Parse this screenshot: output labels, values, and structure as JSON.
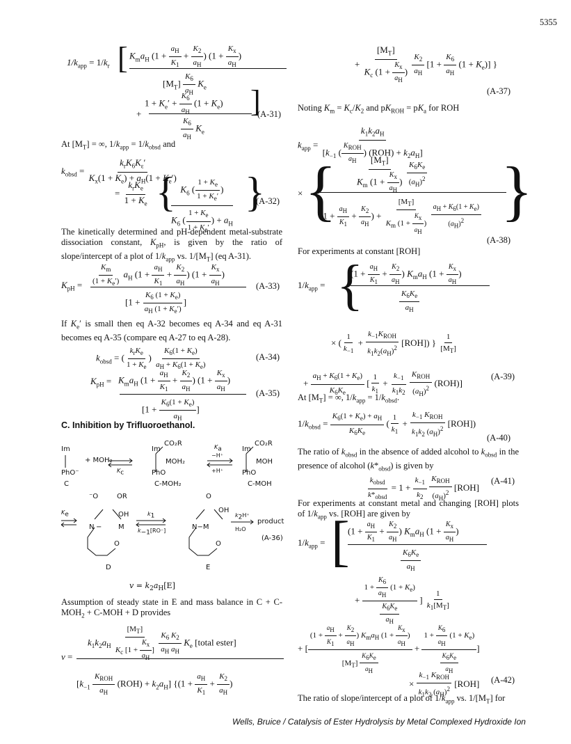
{
  "page_number": "5355",
  "left": {
    "a31_lhs": "1/k",
    "a31_lhs_sub": "app",
    "a31_eq": " = 1/k",
    "a31_eq_sub": "r",
    "a31_num1": "K",
    "a31_term_frac": "a",
    "a31_num": "A-31",
    "a31_plus_term": "1 + Kₑ′ + ",
    "a31_k6_over_aH": "K₆",
    "a31_aH": "a",
    "a31_tail": "(1 + Kₑ)",
    "at_MT_line": "At [M",
    "at_MT_tail": "] = ∞, 1/k",
    "at_MT_tail2": " = 1/k",
    "at_MT_and": " and",
    "a32_num": "A-32",
    "kph_text": "The kinetically determined and pH-dependent metal-substrate dissociation constant, K",
    "kph_text2": ", is given by the ratio of slope/intercept of a plot of 1/k",
    "kph_text3": " vs. 1/[M",
    "kph_text4": "] (eq A-31).",
    "a33_num": "A-33",
    "small_text": "If Kₑ′ is small then eq A-32 becomes eq A-34 and eq A-31 becomes eq A-35 (compare eq A-27 to eq A-28).",
    "a34_num": "A-34",
    "a35_num": "A-35",
    "heading": "C. Inhibition by Trifluoroethanol.",
    "scheme_labels": {
      "C": "C",
      "CMOH2": "C-MOH₂",
      "CMOH": "C-MOH",
      "D": "D",
      "E": "E",
      "product": "product",
      "v_eq": "v = k₂aₕ[E]",
      "a36_num": "(A-36)"
    },
    "steady_text": "Assumption of steady state in E and mass balance in C + C-MOH₂ + C-MOH + D provides",
    "total_ester": "[total ester]"
  },
  "right": {
    "a37_num": "(A-37)",
    "noting_text": "Noting K",
    "noting_text2": " = K",
    "noting_text3": "/K",
    "noting_text4": " and pK",
    "noting_text5": " = pK",
    "noting_text6": " for ROH",
    "a38_num": "(A-38)",
    "const_roh": "For experiments at constant [ROH]",
    "a39_num": "(A-39)",
    "at_MT2": "At [M",
    "at_MT2b": "] = ∞, 1/k",
    "at_MT2c": " = 1/k",
    "a40_num": "(A-40)",
    "ratio_text": "The ratio of k",
    "ratio_text2": " in the absence of added alcohol to k",
    "ratio_text3": " in the presence of alcohol (k*",
    "ratio_text4": ") is given by",
    "a41_num": "(A-41)",
    "const_metal": "For experiments at constant metal and changing [ROH] plots of 1/k",
    "const_metal2": " vs. [ROH] are given by",
    "a42_num": "(A-42)",
    "last_line": "The ratio of slope/intercept of a plot of 1/k",
    "last_line2": " vs. 1/[M",
    "last_line3": "] for"
  },
  "footer": "Wells, Bruice / Catalysis of Ester Hydrolysis by Metal Complexed Hydroxide Ion"
}
